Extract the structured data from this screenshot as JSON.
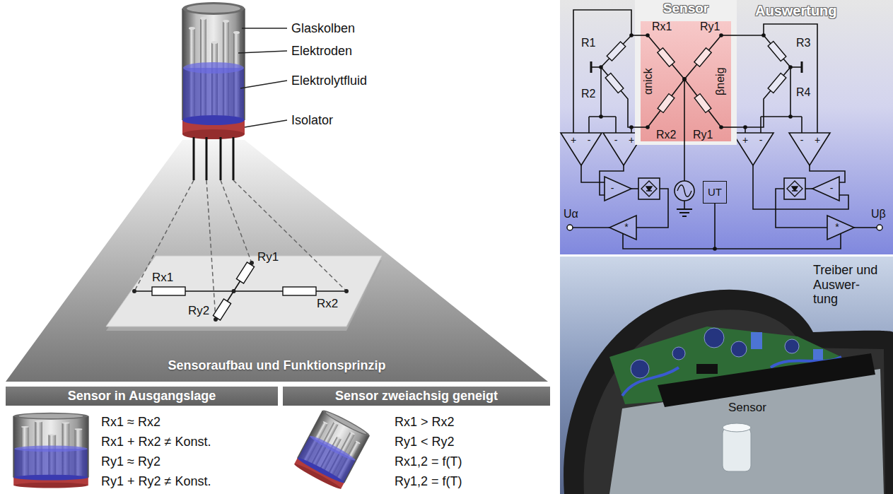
{
  "diagram": {
    "nodes": [
      {
        "text": [
          "Sensoraufbau und Funktionsprinzip"
        ]
      },
      {
        "text": [
          "Sensor in Ausgangslage"
        ]
      },
      {
        "text": [
          "Sensor zweiachsig geneigt"
        ]
      },
      {
        "text": [
          "Sensor"
        ]
      },
      {
        "text": [
          "UT"
        ]
      }
    ],
    "labels": [
      "Glaskolben",
      "Elektroden",
      "Elektrolytfluid",
      "Isolator",
      "Rx1",
      "Ry1",
      "Rx2",
      "Ry2",
      "Rx1 ≈ Rx2",
      "Rx1 + Rx2 ≠ Konst.",
      "Ry1 ≈ Ry2",
      "Ry1 + Ry2 ≠ Konst.",
      "Rx1 > Rx2",
      "Ry1 < Ry2",
      "Rx1,2 = f(T)",
      "Ry1,2 = f(T)",
      "Auswertung",
      "R1",
      "Rx1",
      "Ry1",
      "R3",
      "R2",
      "Rx2",
      "Ry1",
      "R4",
      "αnick",
      "βneig",
      "+",
      "-",
      "-",
      "+",
      "+",
      "-",
      "-",
      "+",
      "-",
      "-",
      "*",
      "*",
      "Uα",
      "Uβ",
      "Treiber und Auswer- tung",
      "Sensor"
    ]
  }
}
